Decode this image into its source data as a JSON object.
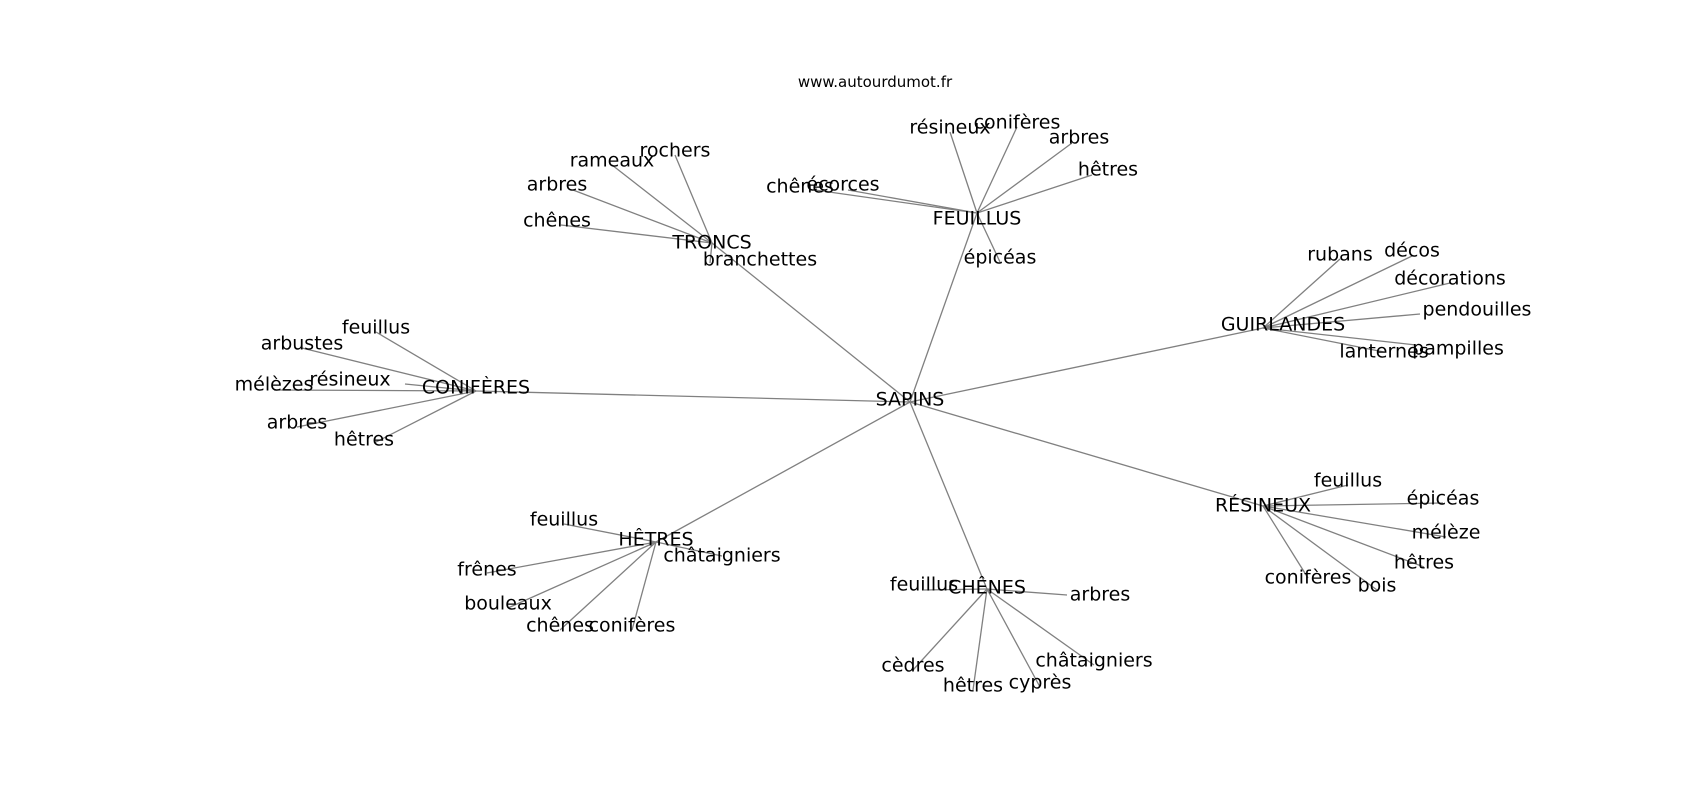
{
  "source": "www.autourdumot.fr",
  "center": "SAPINS",
  "groups": [
    {
      "label": "TRONCS",
      "leaves": [
        "rochers",
        "rameaux",
        "arbres",
        "chênes",
        "branchettes"
      ]
    },
    {
      "label": "FEUILLUS",
      "leaves": [
        "résineux",
        "conifères",
        "arbres",
        "hêtres",
        "épicéas",
        "écorces",
        "chênes"
      ]
    },
    {
      "label": "GUIRLANDES",
      "leaves": [
        "rubans",
        "décos",
        "décorations",
        "pendouilles",
        "pampilles",
        "lanternes"
      ]
    },
    {
      "label": "CONIFÈRES",
      "leaves": [
        "feuillus",
        "arbustes",
        "résineux",
        "mélèzes",
        "arbres",
        "hêtres"
      ]
    },
    {
      "label": "HÊTRES",
      "leaves": [
        "feuillus",
        "frênes",
        "châtaigniers",
        "bouleaux",
        "chênes",
        "conifères"
      ]
    },
    {
      "label": "CHÊNES",
      "leaves": [
        "feuillus",
        "arbres",
        "cèdres",
        "hêtres",
        "cyprès",
        "châtaigniers"
      ]
    },
    {
      "label": "RÉSINEUX",
      "leaves": [
        "feuillus",
        "épicéas",
        "mélèze",
        "hêtres",
        "bois",
        "conifères"
      ]
    }
  ]
}
